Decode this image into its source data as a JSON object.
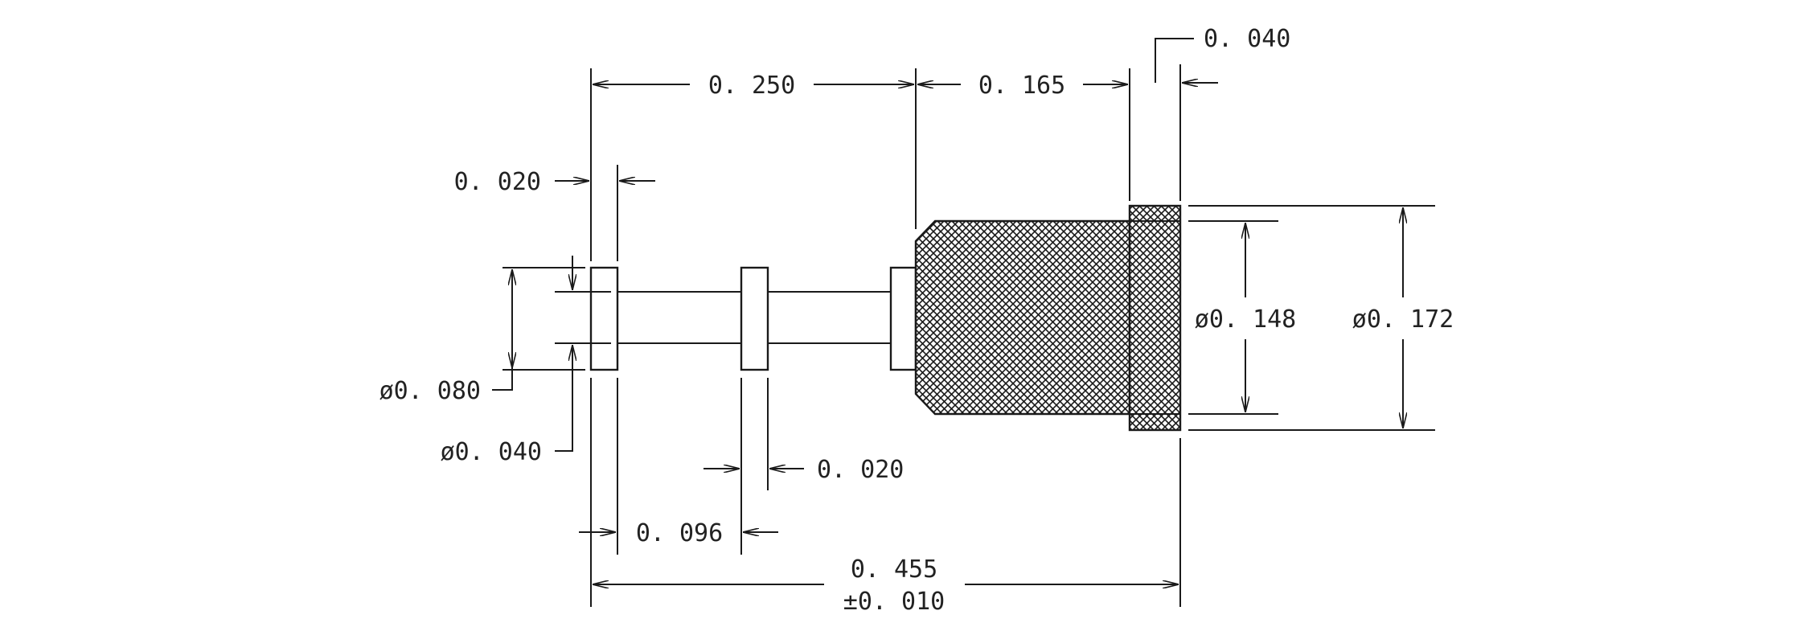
{
  "drawing": {
    "dimensions": {
      "d_0250": "0. 250",
      "d_0165": "0. 165",
      "d_0040_top": "0. 040",
      "d_0020_top": "0. 020",
      "d_0020_bottom": "0. 020",
      "d_0096": "0. 096",
      "d_0455": "0. 455",
      "d_tol": "±0. 010",
      "dia_0080": "ø0. 080",
      "dia_0040": "ø0. 040",
      "dia_0148": "ø0. 148",
      "dia_0172": "ø0. 172"
    },
    "colors": {
      "line": "#1a1a1a",
      "background": "#ffffff",
      "text": "#222222"
    }
  }
}
